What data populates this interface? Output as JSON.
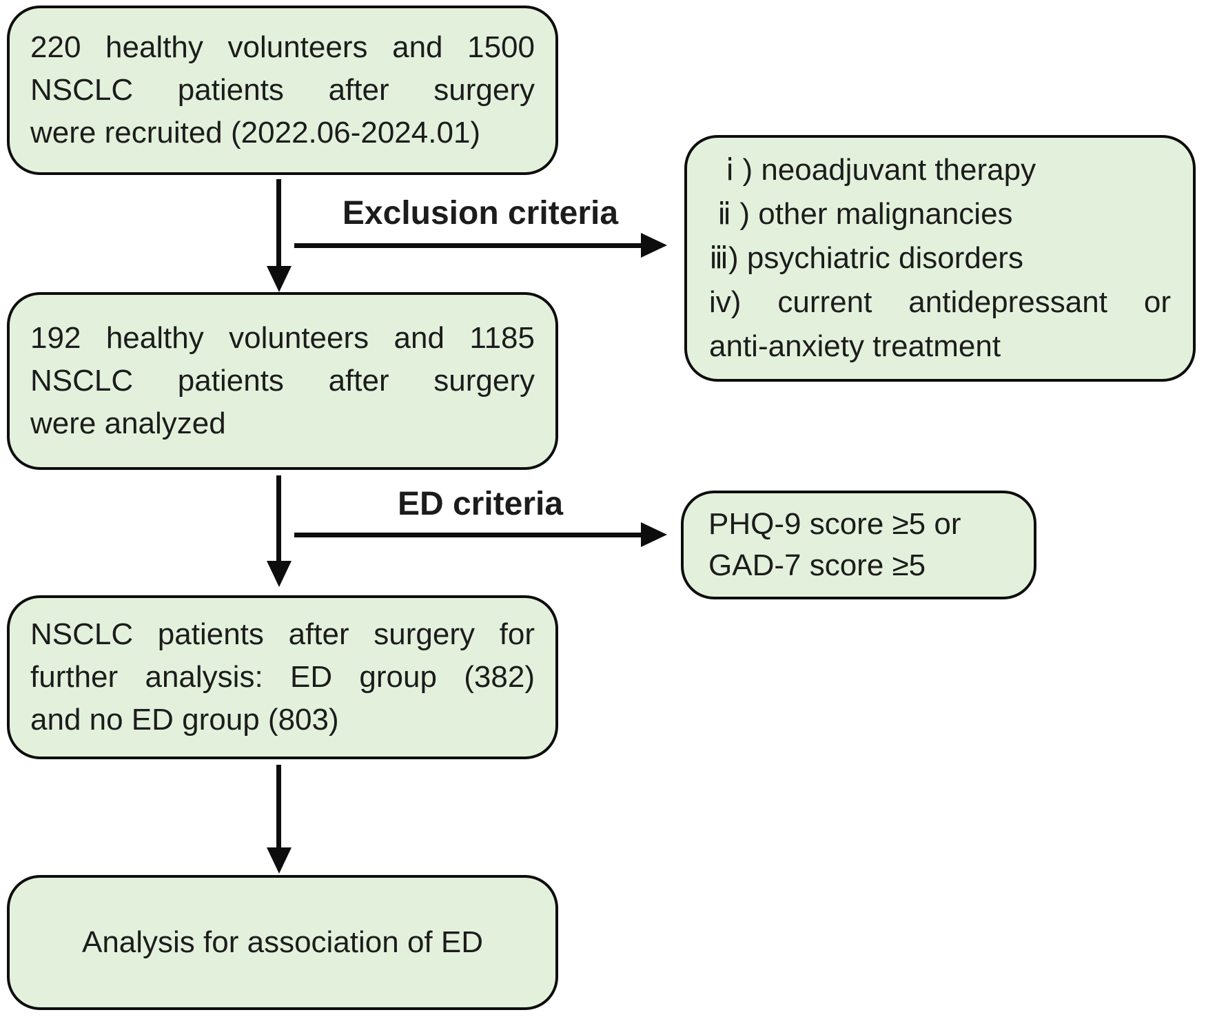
{
  "figure": {
    "type": "study-flow-diagram",
    "boxes": {
      "recruited": {
        "lines": [
          "220 healthy volunteers and 1500",
          "NSCLC patients after surgery",
          "were recruited (2022.06-2024.01)"
        ]
      },
      "exclusion": {
        "lines": [
          "ⅰ ) neoadjuvant therapy",
          "ⅱ ) other malignancies",
          "ⅲ) psychiatric disorders",
          "iv) current antidepressant or",
          "anti-anxiety treatment"
        ]
      },
      "analyzed": {
        "lines": [
          "192 healthy volunteers and 1185",
          "NSCLC patients after surgery",
          "were analyzed"
        ]
      },
      "phq": {
        "lines": [
          "PHQ-9 score ≥5 or",
          "GAD-7 score ≥5"
        ]
      },
      "ed_groups": {
        "lines": [
          "NSCLC patients after surgery for",
          "further analysis: ED group (382)",
          "and no ED group (803)"
        ]
      },
      "analysis": {
        "lines": [
          "Analysis for association of ED"
        ]
      }
    },
    "labels": {
      "exclusion": "Exclusion criteria",
      "ed": "ED criteria"
    },
    "colors": {
      "box_fill": "#e3f1dc",
      "box_border": "#0d0d0d",
      "arrow": "#0d0d0d",
      "text": "#1c1c1c",
      "background": "#ffffff"
    }
  }
}
